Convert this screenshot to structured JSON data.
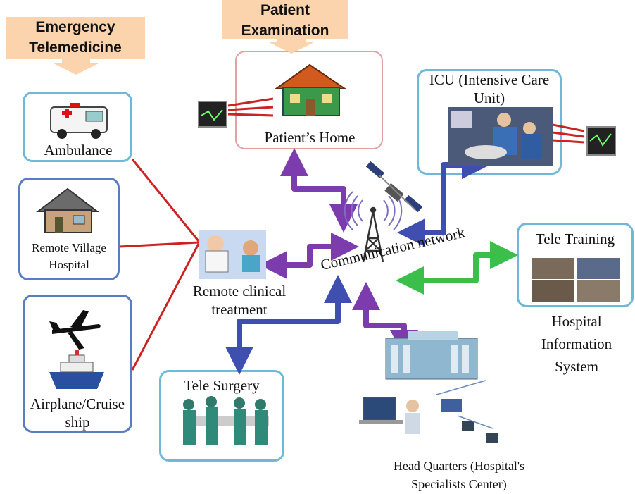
{
  "callouts": {
    "emergency": "Emergency Telemedicine",
    "examination": "Patient Examination"
  },
  "nodes": {
    "ambulance": "Ambulance",
    "remote_village": "Remote Village Hospital",
    "airplane": "Airplane/Cruise ship",
    "patients_home": "Patient’s Home",
    "icu": "ICU (Intensive Care Unit)",
    "remote_clinical": "Remote clinical treatment",
    "communication": "Communication network",
    "tele_training": "Tele Training",
    "his": "Hospital Information System",
    "tele_surgery": "Tele Surgery",
    "head_quarters": "Head Quarters (Hospital's Specialists Center)"
  },
  "colors": {
    "callout": "#fbd3ad",
    "red_link": "#cc2222",
    "purple_arrow": "#7d3cad",
    "blue_arrow": "#3f4fb0",
    "green_arrow": "#3cbf4a",
    "box_blue": "#6fb8d8",
    "box_pink": "#e2a0a0",
    "box_navy": "#5a7cc0"
  },
  "icons": [
    "ambulance-icon",
    "house-icon",
    "airplane-icon",
    "ship-icon",
    "patient-home-icon",
    "icu-photo",
    "monitor-icon",
    "doctor-patient-icon",
    "satellite-icon",
    "antenna-tower-icon",
    "training-photos",
    "surgery-icon",
    "hospital-building-icon",
    "computer-station-icon"
  ]
}
